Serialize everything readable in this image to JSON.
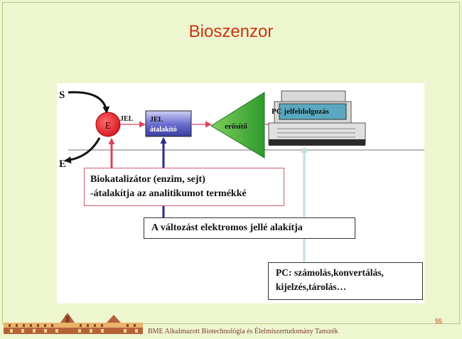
{
  "slide": {
    "title": "Bioszenzor",
    "footer": "BME Alkalmazott Biotechnológia és Élelmiszertudomány Tanszék",
    "page_number": "55"
  },
  "diagram": {
    "substrate_label": "S",
    "product_label": "E",
    "enzyme_label": "E",
    "signal_label": "JEL",
    "converter_label_line1": "JEL",
    "converter_label_line2": "átalakító",
    "amplifier_label": "erősítő",
    "pc_label": "PC jelfeldolgozás"
  },
  "callouts": {
    "biocatalyst_line1": "Biokatalizátor (enzim, sejt)",
    "biocatalyst_line2": "-átalakítja az analitikumot termékké",
    "transducer": "A változást elektromos jellé alakítja",
    "pc_line1": "PC: számolás,konvertálás,",
    "pc_line2": "kijelzés,tárolás…"
  },
  "colors": {
    "title": "#c8360f",
    "enzyme_circle": "#e8202a",
    "converter_box": "#4b4fb8",
    "amplifier": "#2e9a2e",
    "biocatalyst_arrow": "#e0405a",
    "transducer_arrow": "#2a2a8a",
    "pc_arrow": "#bfe0e0"
  }
}
